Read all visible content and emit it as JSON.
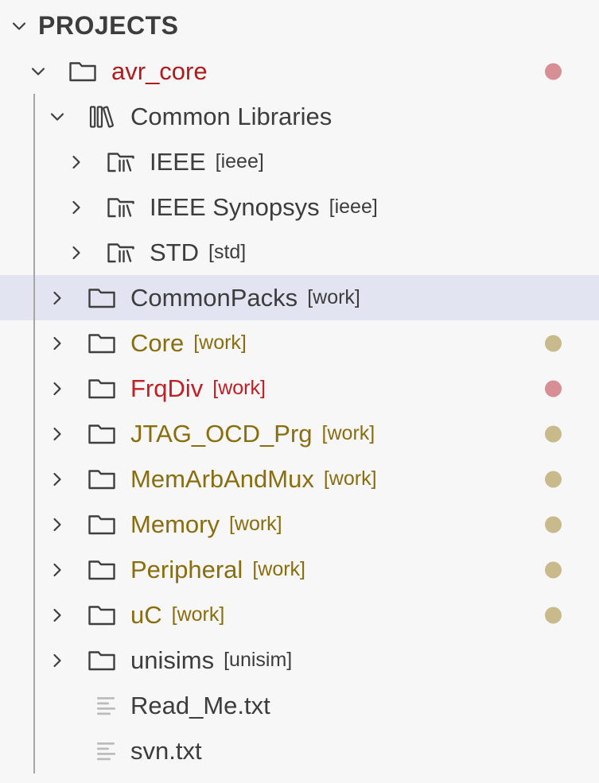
{
  "header": {
    "title": "PROJECTS",
    "chevron": "down"
  },
  "colors": {
    "background": "#f7f7f7",
    "selection": "#e2e4f1",
    "text_default": "#3d3d3d",
    "icon": "#3f3f3f",
    "red_dark": "#b01b1e",
    "red_bright": "#c11f24",
    "olive": "#8a6d0e",
    "dot_pink": "#d78e94",
    "dot_olive": "#c9ba8b",
    "file_icon": "#bcbcbc",
    "indent_guide": "#a6a6a6"
  },
  "tree": {
    "rows": [
      {
        "id": "avr_core",
        "label": "avr_core",
        "suffix": "",
        "level": 1,
        "icon": "folder",
        "chevron": "down",
        "color": "red_dark",
        "dot": "dot_pink",
        "selected": false
      },
      {
        "id": "common_libraries",
        "label": "Common Libraries",
        "suffix": "",
        "level": 2,
        "icon": "library",
        "chevron": "down",
        "color": "text_default",
        "dot": null,
        "selected": false
      },
      {
        "id": "ieee",
        "label": "IEEE",
        "suffix": "[ieee]",
        "level": 3,
        "icon": "folder_library",
        "chevron": "right",
        "color": "text_default",
        "dot": null,
        "selected": false
      },
      {
        "id": "ieee_synopsys",
        "label": "IEEE Synopsys",
        "suffix": "[ieee]",
        "level": 3,
        "icon": "folder_library",
        "chevron": "right",
        "color": "text_default",
        "dot": null,
        "selected": false
      },
      {
        "id": "std",
        "label": "STD",
        "suffix": "[std]",
        "level": 3,
        "icon": "folder_library",
        "chevron": "right",
        "color": "text_default",
        "dot": null,
        "selected": false
      },
      {
        "id": "commonpacks",
        "label": "CommonPacks",
        "suffix": "[work]",
        "level": 2,
        "icon": "folder",
        "chevron": "right",
        "color": "text_default",
        "dot": null,
        "selected": true
      },
      {
        "id": "core",
        "label": "Core",
        "suffix": "[work]",
        "level": 2,
        "icon": "folder",
        "chevron": "right",
        "color": "olive",
        "dot": "dot_olive",
        "selected": false
      },
      {
        "id": "frqdiv",
        "label": "FrqDiv",
        "suffix": "[work]",
        "level": 2,
        "icon": "folder",
        "chevron": "right",
        "color": "red_bright",
        "dot": "dot_pink",
        "selected": false
      },
      {
        "id": "jtag_ocd_prg",
        "label": "JTAG_OCD_Prg",
        "suffix": "[work]",
        "level": 2,
        "icon": "folder",
        "chevron": "right",
        "color": "olive",
        "dot": "dot_olive",
        "selected": false
      },
      {
        "id": "memarbandmux",
        "label": "MemArbAndMux",
        "suffix": "[work]",
        "level": 2,
        "icon": "folder",
        "chevron": "right",
        "color": "olive",
        "dot": "dot_olive",
        "selected": false
      },
      {
        "id": "memory",
        "label": "Memory",
        "suffix": "[work]",
        "level": 2,
        "icon": "folder",
        "chevron": "right",
        "color": "olive",
        "dot": "dot_olive",
        "selected": false
      },
      {
        "id": "peripheral",
        "label": "Peripheral",
        "suffix": "[work]",
        "level": 2,
        "icon": "folder",
        "chevron": "right",
        "color": "olive",
        "dot": "dot_olive",
        "selected": false
      },
      {
        "id": "uc",
        "label": "uC",
        "suffix": "[work]",
        "level": 2,
        "icon": "folder",
        "chevron": "right",
        "color": "olive",
        "dot": "dot_olive",
        "selected": false
      },
      {
        "id": "unisims",
        "label": "unisims",
        "suffix": "[unisim]",
        "level": 2,
        "icon": "folder",
        "chevron": "right",
        "color": "text_default",
        "dot": null,
        "selected": false
      },
      {
        "id": "read_me_txt",
        "label": "Read_Me.txt",
        "suffix": "",
        "level": 2,
        "icon": "text_file",
        "chevron": "none",
        "color": "text_default",
        "dot": null,
        "selected": false
      },
      {
        "id": "svn_txt",
        "label": "svn.txt",
        "suffix": "",
        "level": 2,
        "icon": "text_file",
        "chevron": "none",
        "color": "text_default",
        "dot": null,
        "selected": false
      }
    ]
  }
}
